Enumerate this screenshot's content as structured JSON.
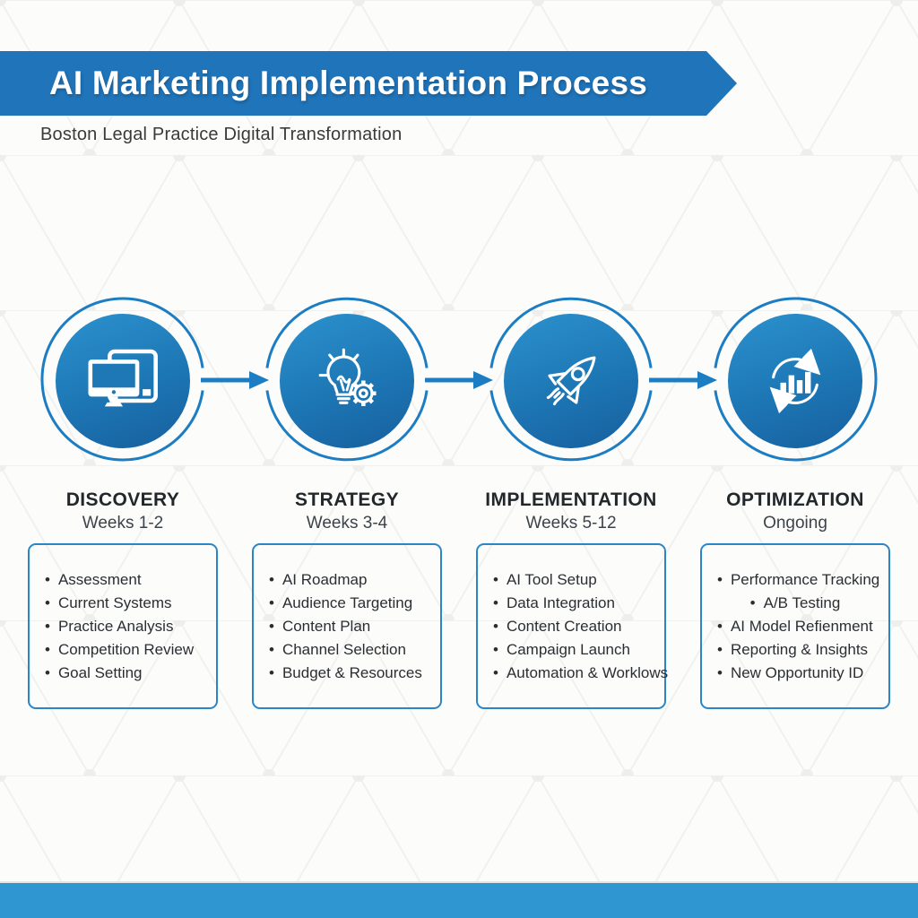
{
  "header": {
    "title": "AI Marketing Implementation Process",
    "subtitle": "Boston Legal Practice Digital Transformation"
  },
  "colors": {
    "banner_blue": "#2074b9",
    "accent_blue": "#1c7dc2",
    "box_border_blue": "#2b86c8",
    "footer_blue": "#2f96d2",
    "circle_gradient_start": "#2b92ce",
    "circle_gradient_end": "#175f9e",
    "text_dark": "#2a2e33"
  },
  "stages": [
    {
      "name": "DISCOVERY",
      "timeline": "Weeks 1-2",
      "icon": "devices-icon",
      "items": [
        "Assessment",
        "Current Systems",
        "Practice Analysis",
        "Competition Review",
        "Goal Setting"
      ]
    },
    {
      "name": "STRATEGY",
      "timeline": "Weeks 3-4",
      "icon": "lightbulb-gear-icon",
      "items": [
        "AI Roadmap",
        "Audience Targeting",
        "Content Plan",
        "Channel Selection",
        "Budget & Resources"
      ]
    },
    {
      "name": "IMPLEMENTATION",
      "timeline": "Weeks 5-12",
      "icon": "rocket-icon",
      "items": [
        "AI Tool Setup",
        "Data Integration",
        "Content Creation",
        "Campaign Launch",
        "Automation & Worklows"
      ]
    },
    {
      "name": "OPTIMIZATION",
      "timeline": "Ongoing",
      "icon": "chart-cycle-icon",
      "items": [
        "Performance Tracking",
        {
          "text": "A/B Testing",
          "align": "center"
        },
        "AI Model Refienment",
        "Reporting & Insights",
        "New Opportunity ID"
      ]
    }
  ]
}
